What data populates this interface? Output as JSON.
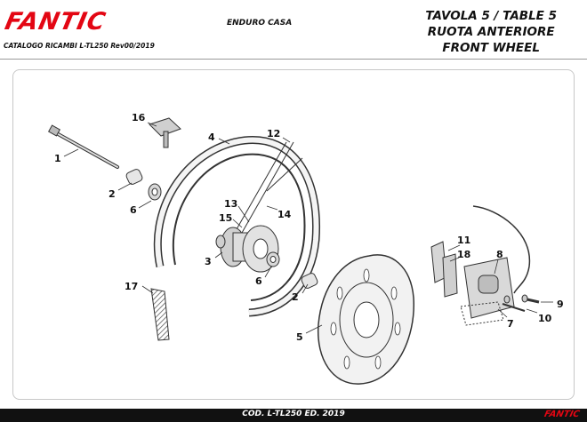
{
  "header": {
    "brand": "FANTIC",
    "subtitle": "ENDURO CASA",
    "catalog": "CATALOGO RICAMBI L-TL250 Rev00/2019",
    "title_line1": "TAVOLA 5  /  TABLE 5",
    "title_line2": "RUOTA ANTERIORE",
    "title_line3": "FRONT WHEEL"
  },
  "footer": {
    "code": "COD. L-TL250  ED. 2019",
    "brand": "FANTIC"
  },
  "callouts": {
    "c1": "1",
    "c2a": "2",
    "c2b": "2",
    "c3": "3",
    "c4": "4",
    "c5": "5",
    "c6a": "6",
    "c6b": "6",
    "c7": "7",
    "c8": "8",
    "c9": "9",
    "c10": "10",
    "c11": "11",
    "c12": "12",
    "c13": "13",
    "c14": "14",
    "c15": "15",
    "c16": "16",
    "c17": "17",
    "c18": "18"
  },
  "colors": {
    "brand_red": "#e30613",
    "line": "#333333"
  }
}
